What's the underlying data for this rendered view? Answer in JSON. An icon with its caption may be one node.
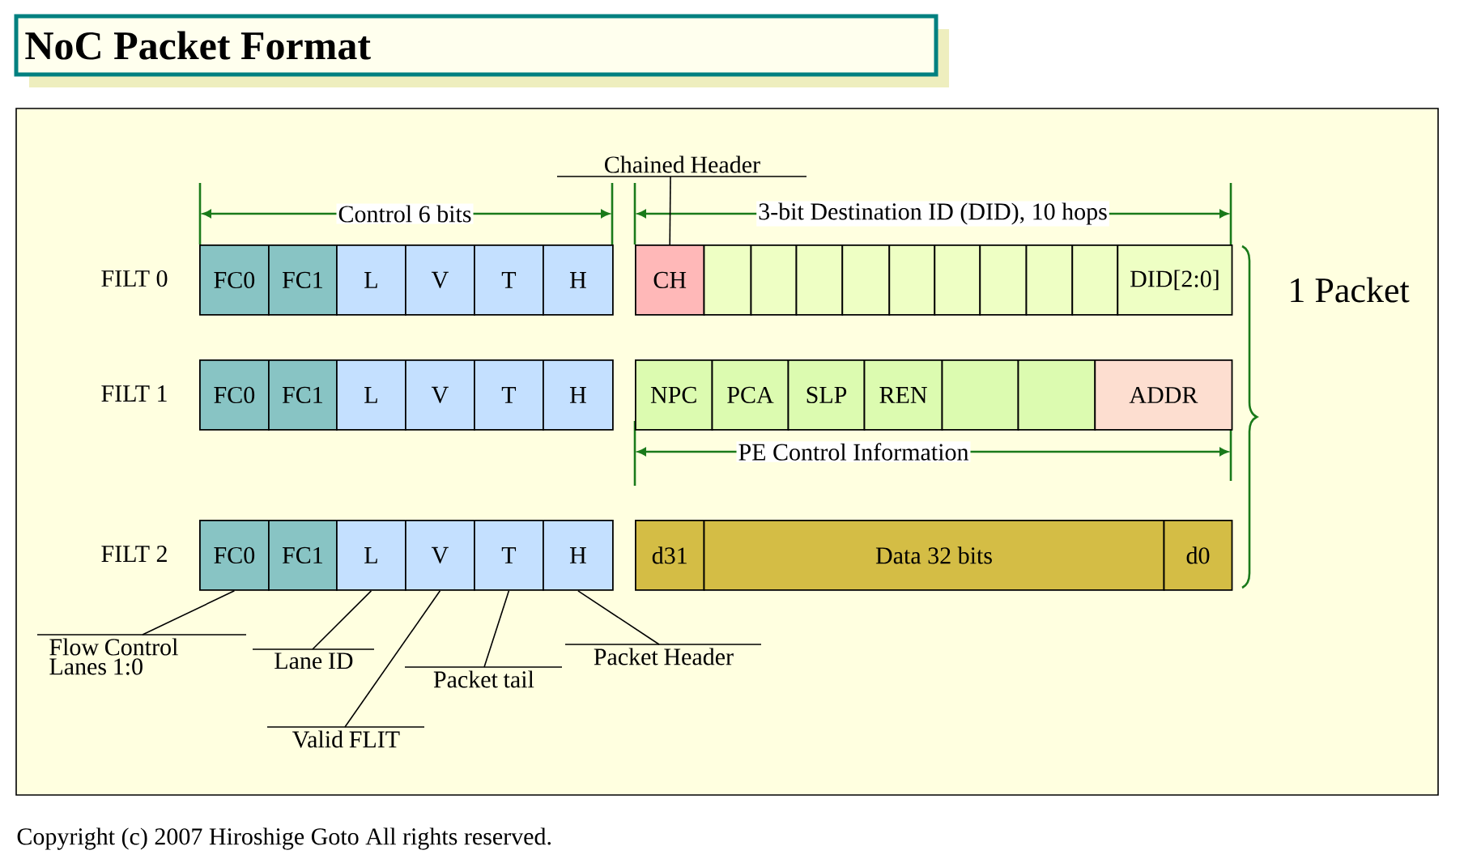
{
  "diagram": {
    "title": "NoC Packet Format",
    "caption": "Copyright (c) 2007 Hiroshige Goto All rights reserved.",
    "nodes": [
      {
        "text": [
          "FC0"
        ]
      },
      {
        "text": [
          "FC1"
        ]
      },
      {
        "text": [
          "L"
        ]
      },
      {
        "text": [
          "V"
        ]
      },
      {
        "text": [
          "T"
        ]
      },
      {
        "text": [
          "H"
        ]
      },
      {
        "text": [
          "CH"
        ]
      },
      {
        "text": [],
        "shape": "box"
      },
      {
        "text": [],
        "shape": "box"
      },
      {
        "text": [],
        "shape": "box"
      },
      {
        "text": [],
        "shape": "box"
      },
      {
        "text": [],
        "shape": "box"
      },
      {
        "text": [],
        "shape": "box"
      },
      {
        "text": [],
        "shape": "box"
      },
      {
        "text": [],
        "shape": "box"
      },
      {
        "text": [],
        "shape": "box"
      },
      {
        "text": [
          "DID[2:0]"
        ]
      },
      {
        "text": [
          "FC0"
        ]
      },
      {
        "text": [
          "FC1"
        ]
      },
      {
        "text": [
          "L"
        ]
      },
      {
        "text": [
          "V"
        ]
      },
      {
        "text": [
          "T"
        ]
      },
      {
        "text": [
          "H"
        ]
      },
      {
        "text": [
          "NPC"
        ]
      },
      {
        "text": [
          "PCA"
        ]
      },
      {
        "text": [
          "SLP"
        ]
      },
      {
        "text": [
          "REN"
        ]
      },
      {
        "text": [],
        "shape": "box"
      },
      {
        "text": [],
        "shape": "box"
      },
      {
        "text": [
          "ADDR"
        ]
      },
      {
        "text": [
          "FC0"
        ]
      },
      {
        "text": [
          "FC1"
        ]
      },
      {
        "text": [
          "L"
        ]
      },
      {
        "text": [
          "V"
        ]
      },
      {
        "text": [
          "T"
        ]
      },
      {
        "text": [
          "H"
        ]
      },
      {
        "text": [
          "d31"
        ]
      },
      {
        "text": [
          "Data 32 bits"
        ]
      },
      {
        "text": [
          "d0"
        ]
      },
      {
        "text": [
          "Chained Header"
        ]
      },
      {
        "text": [
          "Flow Control Lanes 1:0"
        ]
      },
      {
        "text": [
          "Lane ID"
        ]
      },
      {
        "text": [
          "Valid FLIT"
        ]
      },
      {
        "text": [
          "Packet tail"
        ]
      },
      {
        "text": [
          "Packet Header"
        ]
      }
    ],
    "edges": [
      {
        "from": 39,
        "to": 6,
        "arrow": "none"
      },
      {
        "from": 40,
        "to": 30,
        "arrow": "none"
      },
      {
        "from": 41,
        "to": 32,
        "arrow": "none"
      },
      {
        "from": 42,
        "to": 33,
        "arrow": "none"
      },
      {
        "from": 43,
        "to": 34,
        "arrow": "none"
      },
      {
        "from": 44,
        "to": 35,
        "arrow": "none"
      }
    ],
    "labels": [
      "Control 6 bits",
      "3-bit Destination ID (DID), 10 hops",
      "FILT 0",
      "1 Packet",
      "FILT 1",
      "PE Control Information",
      "FILT 2"
    ]
  }
}
